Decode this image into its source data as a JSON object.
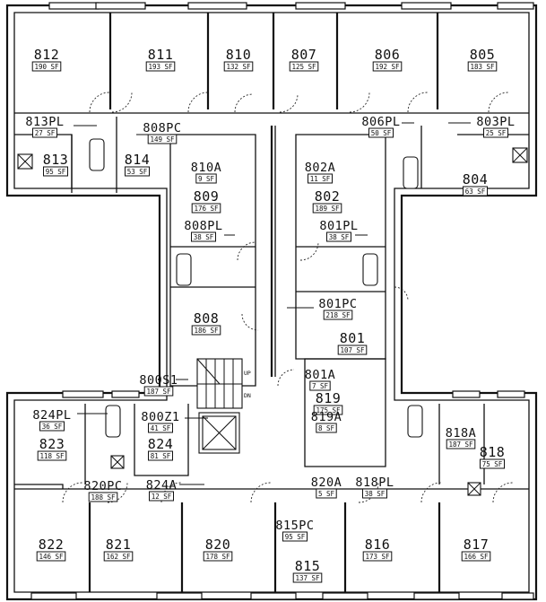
{
  "floor_plan": {
    "title": "Floor 8",
    "stair_labels": {
      "up": "UP",
      "down": "DN"
    },
    "rooms": [
      {
        "id": "812",
        "area": "190 SF"
      },
      {
        "id": "811",
        "area": "193 SF"
      },
      {
        "id": "810",
        "area": "132 SF"
      },
      {
        "id": "807",
        "area": "125 SF"
      },
      {
        "id": "806",
        "area": "192 SF"
      },
      {
        "id": "805",
        "area": "183 SF"
      },
      {
        "id": "813PL",
        "area": "27 SF"
      },
      {
        "id": "808PC",
        "area": "149 SF"
      },
      {
        "id": "806PL",
        "area": "50 SF"
      },
      {
        "id": "803PL",
        "area": "25 SF"
      },
      {
        "id": "813",
        "area": "95 SF"
      },
      {
        "id": "814",
        "area": "53 SF"
      },
      {
        "id": "810A",
        "area": "9 SF"
      },
      {
        "id": "802A",
        "area": "11 SF"
      },
      {
        "id": "804",
        "area": "63 SF"
      },
      {
        "id": "809",
        "area": "176 SF"
      },
      {
        "id": "802",
        "area": "189 SF"
      },
      {
        "id": "808PL",
        "area": "38 SF"
      },
      {
        "id": "801PL",
        "area": "38 SF"
      },
      {
        "id": "801PC",
        "area": "218 SF"
      },
      {
        "id": "808",
        "area": "186 SF"
      },
      {
        "id": "801",
        "area": "107 SF"
      },
      {
        "id": "800S1",
        "area": "187 SF"
      },
      {
        "id": "801A",
        "area": "7 SF"
      },
      {
        "id": "819",
        "area": "175 SF"
      },
      {
        "id": "819A",
        "area": "8 SF"
      },
      {
        "id": "824PL",
        "area": "36 SF"
      },
      {
        "id": "800Z1",
        "area": "41 SF"
      },
      {
        "id": "823",
        "area": "118 SF"
      },
      {
        "id": "824",
        "area": "81 SF"
      },
      {
        "id": "818A",
        "area": "187 SF"
      },
      {
        "id": "818",
        "area": "75 SF"
      },
      {
        "id": "820PC",
        "area": "188 SF"
      },
      {
        "id": "824A",
        "area": "12 SF"
      },
      {
        "id": "820A",
        "area": "5 SF"
      },
      {
        "id": "818PL",
        "area": "38 SF"
      },
      {
        "id": "815PC",
        "area": "95 SF"
      },
      {
        "id": "822",
        "area": "146 SF"
      },
      {
        "id": "821",
        "area": "162 SF"
      },
      {
        "id": "820",
        "area": "178 SF"
      },
      {
        "id": "816",
        "area": "173 SF"
      },
      {
        "id": "817",
        "area": "166 SF"
      },
      {
        "id": "815",
        "area": "137 SF"
      }
    ]
  }
}
